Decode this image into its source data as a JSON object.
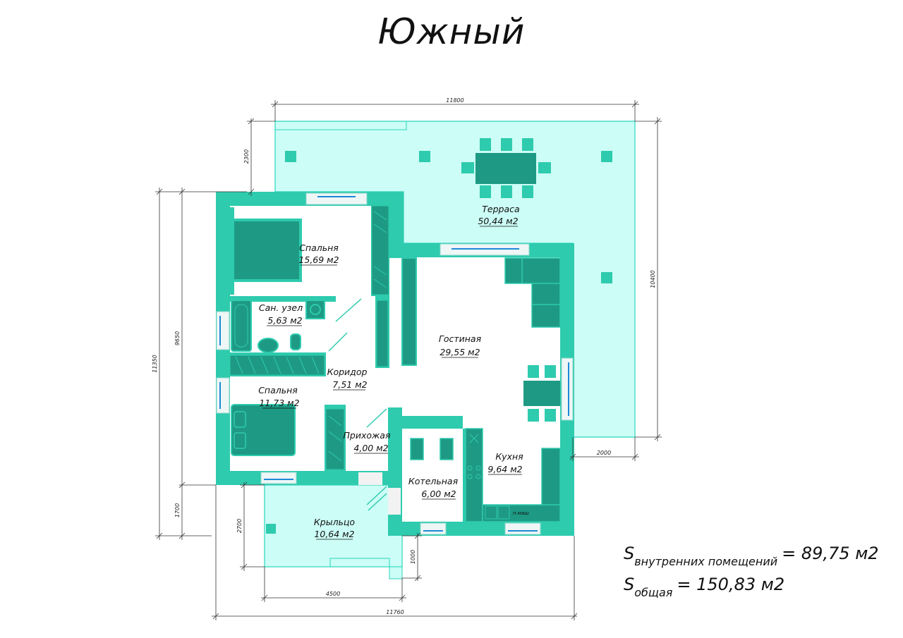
{
  "title": "Южный",
  "rooms": [
    {
      "name": "Терраса",
      "area": "50,44 м2"
    },
    {
      "name": "Спальня",
      "area": "15,69 м2"
    },
    {
      "name": "Сан. узел",
      "area": "5,63 м2"
    },
    {
      "name": "Гостиная",
      "area": "29,55 м2"
    },
    {
      "name": "Коридор",
      "area": "7,51 м2"
    },
    {
      "name": "Спальня",
      "area": "11,73 м2"
    },
    {
      "name": "Прихожая",
      "area": "4,00 м2"
    },
    {
      "name": "Кухня",
      "area": "9,64 м2"
    },
    {
      "name": "Котельная",
      "area": "6,00 м2"
    },
    {
      "name": "Крыльцо",
      "area": "10,64 м2"
    }
  ],
  "dimensions": {
    "terrace_width": "11800",
    "terrace_depth": "2300",
    "house_height_total": "11350",
    "house_height_inner": "9650",
    "porch_depth_left": "1700",
    "porch_depth": "2700",
    "porch_width": "4500",
    "total_width": "11760",
    "terrace_height": "10400",
    "terrace_side": "2000",
    "step": "1000"
  },
  "appliance_label": "п.маш",
  "summary": {
    "inner_prefix": "S",
    "inner_sub": "внутренних помещений",
    "inner_value": "= 89,75 м2",
    "total_prefix": "S",
    "total_sub": "общая",
    "total_value": "= 150,83 м2"
  },
  "colors": {
    "wall": "#2ecbae",
    "terrace_fill": "#ccfdf6",
    "terrace_stroke": "#2ad6bd",
    "furniture": "#1e9a84",
    "window": "#1f88d8"
  }
}
